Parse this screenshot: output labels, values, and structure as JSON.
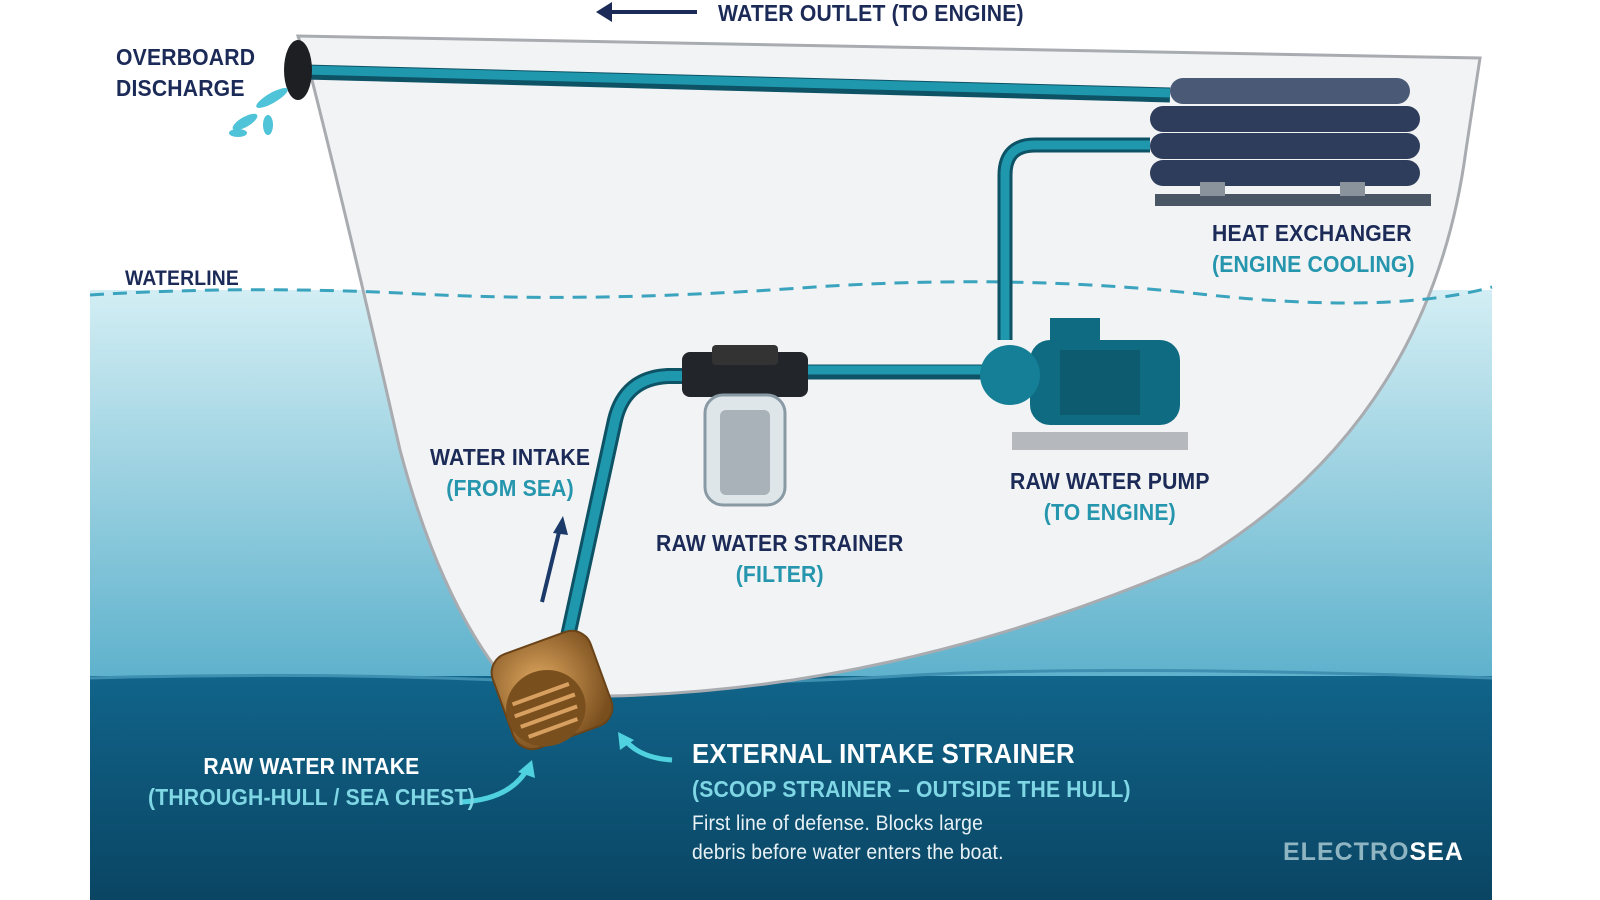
{
  "title_arrow_label": "WATER OUTLET (TO ENGINE)",
  "labels": {
    "overboard": {
      "line1": "OVERBOARD",
      "line2": "DISCHARGE"
    },
    "waterline": "WATERLINE",
    "heat_exchanger": {
      "title": "HEAT EXCHANGER",
      "sub": "(ENGINE COOLING)"
    },
    "water_intake": {
      "title": "WATER INTAKE",
      "sub": "(FROM SEA)"
    },
    "raw_water_pump": {
      "title": "RAW WATER PUMP",
      "sub": "(TO ENGINE)"
    },
    "raw_water_strainer": {
      "title": "RAW WATER STRAINER",
      "sub": "(FILTER)"
    },
    "raw_water_intake": {
      "title": "RAW WATER INTAKE",
      "sub": "(THROUGH-HULL / SEA CHEST)"
    },
    "external_strainer": {
      "title": "EXTERNAL INTAKE STRAINER",
      "sub": "(SCOOP STRAINER – OUTSIDE THE HULL)",
      "desc1": "First line of defense. Blocks large",
      "desc2": "debris before water enters the boat."
    }
  },
  "logo": {
    "part1": "ELECTRO",
    "part2": "SEA"
  },
  "colors": {
    "navy": "#1b2a57",
    "teal": "#1d8aa0",
    "deep_water": "#0b4a66",
    "bronze": "#b07a3a"
  }
}
